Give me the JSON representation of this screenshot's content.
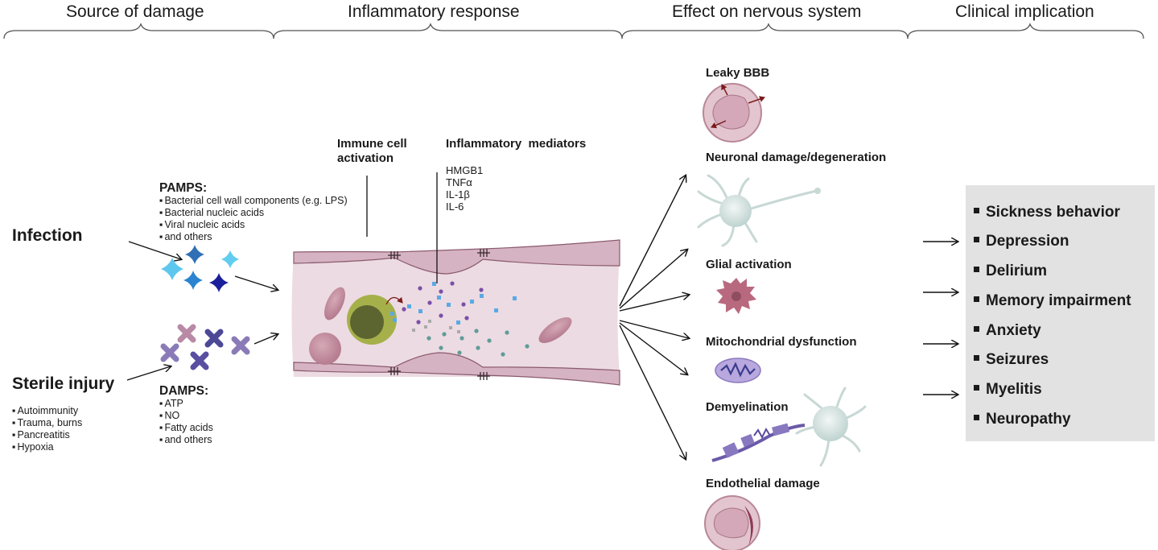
{
  "headers": {
    "source": "Source of damage",
    "inflammatory": "Inflammatory response",
    "effect": "Effect on nervous system",
    "clinical": "Clinical implication"
  },
  "source": {
    "infection": "Infection",
    "sterile_injury": "Sterile injury",
    "sterile_list": [
      "Autoimmunity",
      "Trauma, burns",
      "Pancreatitis",
      "Hypoxia"
    ],
    "pamps_title": "PAMPS:",
    "pamps_list": [
      "Bacterial cell wall components (e.g. LPS)",
      "Bacterial nucleic acids",
      "Viral nucleic acids",
      "and others"
    ],
    "damps_title": "DAMPS:",
    "damps_list": [
      "ATP",
      "NO",
      "Fatty acids",
      "and others"
    ]
  },
  "inflammatory": {
    "immune_cell_line1": "Immune cell",
    "immune_cell_line2": "activation",
    "mediators_title": "Inflammatory  mediators",
    "mediators_list": [
      "HMGB1",
      "TNFα",
      "IL-1β",
      "IL-6"
    ]
  },
  "effects": [
    "Leaky BBB",
    "Neuronal damage/degeneration",
    "Glial activation",
    "Mitochondrial dysfunction",
    "Demyelination",
    "Endothelial damage"
  ],
  "clinical": [
    "Sickness behavior",
    "Depression",
    "Delirium",
    "Memory impairment",
    "Anxiety",
    "Seizures",
    "Myelitis",
    "Neuropathy"
  ],
  "colors": {
    "vessel": "#d9bcc8",
    "vessel_edge": "#8a5a6e",
    "immune_outer": "#a6b04a",
    "immune_inner": "#5c6430",
    "pamp_blue": "#3f8fd6",
    "damp_purple": "#7e6aad",
    "clinical_box": "#e2e2e2"
  }
}
